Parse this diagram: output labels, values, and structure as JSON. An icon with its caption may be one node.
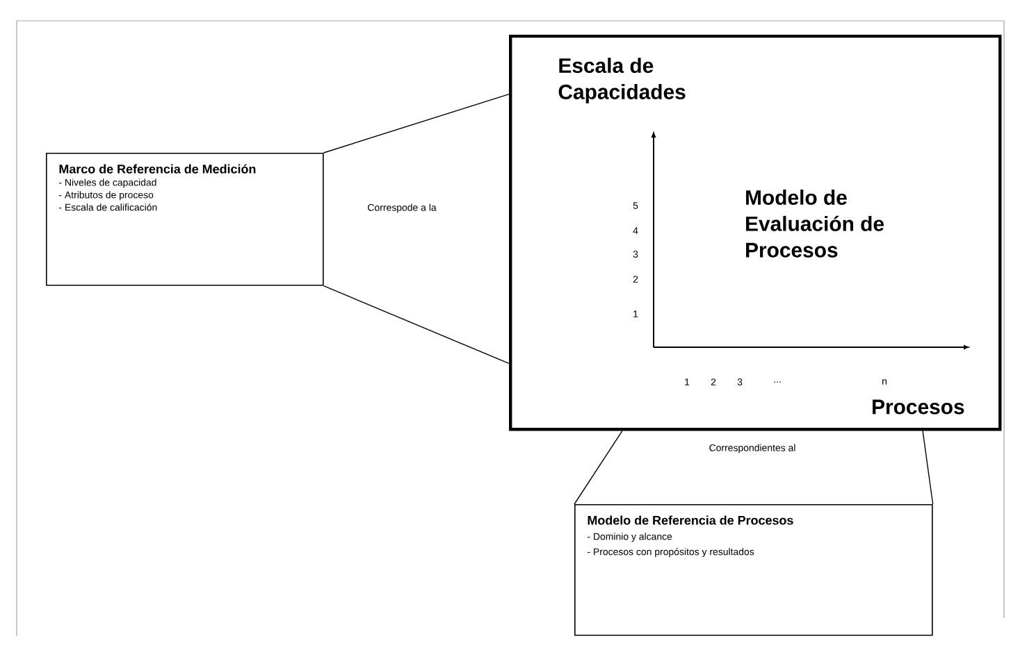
{
  "diagram": {
    "nodes": [
      {
        "text": [
          "Marco de Referencia de Medición",
          "- Niveles de capacidad",
          "- Atributos de proceso",
          "- Escala de calificación"
        ]
      },
      {
        "text": [
          "Modelo de Evaluación de Procesos"
        ]
      },
      {
        "text": [
          "Modelo de Referencia de Procesos",
          "- Dominio y alcance",
          "- Procesos con propósitos y resultados"
        ]
      }
    ],
    "edges": [
      {
        "from": 0,
        "to": 1,
        "arrow": "none"
      },
      {
        "from": 0,
        "to": 1,
        "arrow": "none"
      },
      {
        "from": 1,
        "to": 2,
        "arrow": "none"
      },
      {
        "from": 1,
        "to": 2,
        "arrow": "none"
      }
    ],
    "labels": [
      "Escala de Capacidades",
      "Correspode a la",
      "5",
      "4",
      "3",
      "2",
      "1",
      "1",
      "2",
      "3",
      "...",
      "n",
      "Procesos",
      "Correspondientes al"
    ]
  }
}
